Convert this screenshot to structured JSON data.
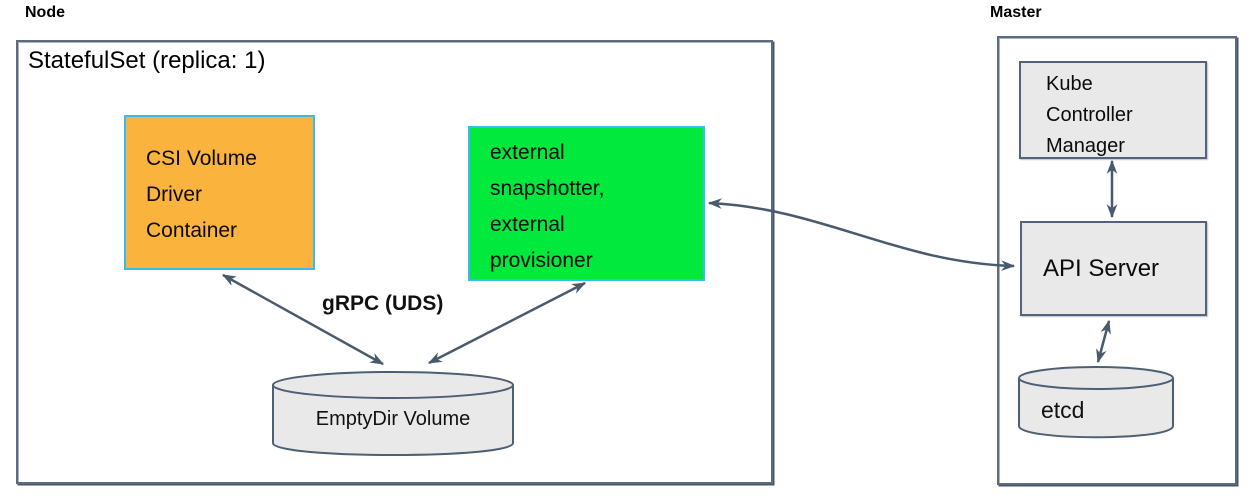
{
  "diagram": {
    "node": {
      "label": "Node",
      "statefulset": "StatefulSet (replica: 1)",
      "csi_container": "CSI Volume\nDriver\nContainer",
      "external_box": "external\nsnapshotter,\nexternal\nprovisioner",
      "grpc_label": "gRPC (UDS)",
      "emptydir": "EmptyDir Volume"
    },
    "master": {
      "label": "Master",
      "kube_controller_manager": "Kube\nController\nManager",
      "api_server": "API Server",
      "etcd": "etcd"
    },
    "connections": [
      {
        "from": "CSI Volume Driver Container",
        "to": "EmptyDir Volume",
        "bidirectional": true,
        "label": "gRPC (UDS)"
      },
      {
        "from": "external snapshotter, external provisioner",
        "to": "EmptyDir Volume",
        "bidirectional": true,
        "label": "gRPC (UDS)"
      },
      {
        "from": "external snapshotter, external provisioner",
        "to": "API Server",
        "bidirectional": true,
        "label": ""
      },
      {
        "from": "Kube Controller Manager",
        "to": "API Server",
        "bidirectional": true,
        "label": ""
      },
      {
        "from": "API Server",
        "to": "etcd",
        "bidirectional": true,
        "label": ""
      }
    ],
    "colors": {
      "arrow": "#4a5a6d",
      "slate_border": "#53647a",
      "outer_border": "#5e6b7d",
      "gray_fill": "#e9e9e9",
      "orange_fill": "#fab33d",
      "green_fill": "#00e93c",
      "cyan_border": "#36bdee"
    }
  }
}
